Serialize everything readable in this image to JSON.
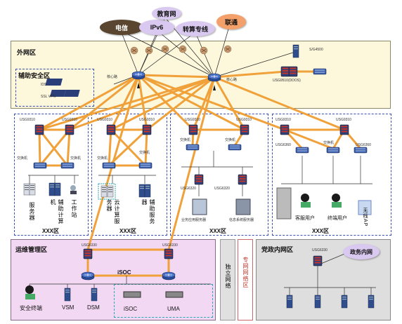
{
  "clouds": {
    "telecom": "电信",
    "ipv6": "IPv6",
    "edu": "教育网",
    "transit": "转算专线",
    "unicom": "联通"
  },
  "zones": {
    "outer": "外网区",
    "aux_security": "辅助安全区",
    "ops": "运维管理区",
    "party": "党政内网区",
    "independent": "独立网络",
    "special": "专网网络区"
  },
  "outer_labels": {
    "aux_device_1": "IDS",
    "aux_device_2": "SSL VPN",
    "fw_top_right": "S/G4500",
    "ddos": "USG9510(DDOS)",
    "core_left": "核心路",
    "core_right": "核心路"
  },
  "area_blocks": [
    {
      "switch_top_left": "USG9310",
      "switch_top_right": "USG9310",
      "switch_left": "交换机",
      "switch_right": "交换机",
      "items": [
        "服务器",
        "辅助计算机",
        "工作站"
      ],
      "title": "XXX区"
    },
    {
      "switch_top_left": "USG9310",
      "switch_top_right": "USG9310",
      "switch_left": "交换机",
      "switch_right": "交换机",
      "items": [
        "云计算服务器",
        "辅助服务器"
      ],
      "title": "XXX区"
    },
    {
      "switch_top_left": "USG9310",
      "switch_top_right": "USG9310",
      "switch_left": "交换机",
      "switch_right": "交换机",
      "sub_left": "USG6320",
      "sub_right": "USG6320",
      "items": [
        "业务应用服务器",
        "信息系统服务器"
      ],
      "title": "XXX区"
    },
    {
      "switch_top_left": "USG9310",
      "switch_top_right": "USG9310",
      "switch_left": "USG6360",
      "switch_mid": "交换机",
      "switch_right": "USG6360",
      "items": [
        "客服用户",
        "终端用户",
        "无线AP"
      ],
      "title": "XXX区"
    }
  ],
  "ops_area": {
    "top_left_label": "USG6330",
    "top_right_label": "USG6330",
    "isoc_label": "iSOC",
    "items": [
      "安全终端",
      "VSM",
      "DSM",
      "iSOC",
      "UMA"
    ]
  },
  "party_area": {
    "fw_label": "USG6330",
    "cloud_label": "政务内网"
  }
}
